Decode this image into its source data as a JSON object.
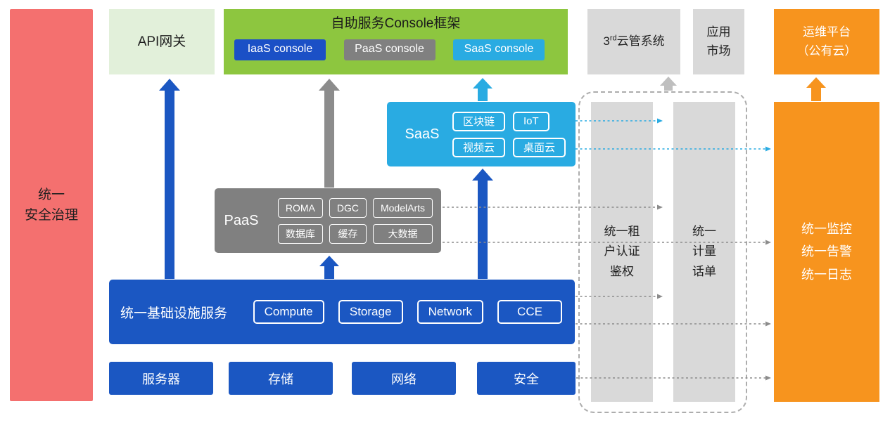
{
  "colors": {
    "red": "#F4706F",
    "pale_green": "#E2F0DA",
    "green": "#8DC63F",
    "blue": "#1B57C2",
    "gray": "#808080",
    "light_gray": "#D9D9D9",
    "cyan": "#29ABE2",
    "orange": "#F7941E"
  },
  "security_bar": {
    "label": "统一\n安全治理"
  },
  "api_gateway": {
    "label": "API网关"
  },
  "console_frame": {
    "title": "自助服务Console框架",
    "iaas_console": "IaaS console",
    "paas_console": "PaaS console",
    "saas_console": "SaaS console"
  },
  "third_party_cloud": {
    "prefix": "3",
    "sup": "rd",
    "suffix": "云管系统"
  },
  "app_market": {
    "label": "应用\n市场"
  },
  "om_platform": {
    "label": "运维平台\n（公有云）"
  },
  "saas": {
    "label": "SaaS",
    "chips": [
      "区块链",
      "IoT",
      "视频云",
      "桌面云"
    ]
  },
  "paas": {
    "label": "PaaS",
    "chips": [
      "ROMA",
      "DGC",
      "ModelArts",
      "数据库",
      "缓存",
      "大数据"
    ]
  },
  "iaas": {
    "label": "统一基础设施服务",
    "chips": [
      "Compute",
      "Storage",
      "Network",
      "CCE"
    ]
  },
  "hardware": {
    "items": [
      "服务器",
      "存储",
      "网络",
      "安全"
    ]
  },
  "auth_bar": {
    "label": "统一租\n户认证\n鉴权"
  },
  "metering_bar": {
    "label": "统一\n计量\n话单"
  },
  "monitoring_bar": {
    "label": "统一监控\n统一告警\n统一日志"
  }
}
